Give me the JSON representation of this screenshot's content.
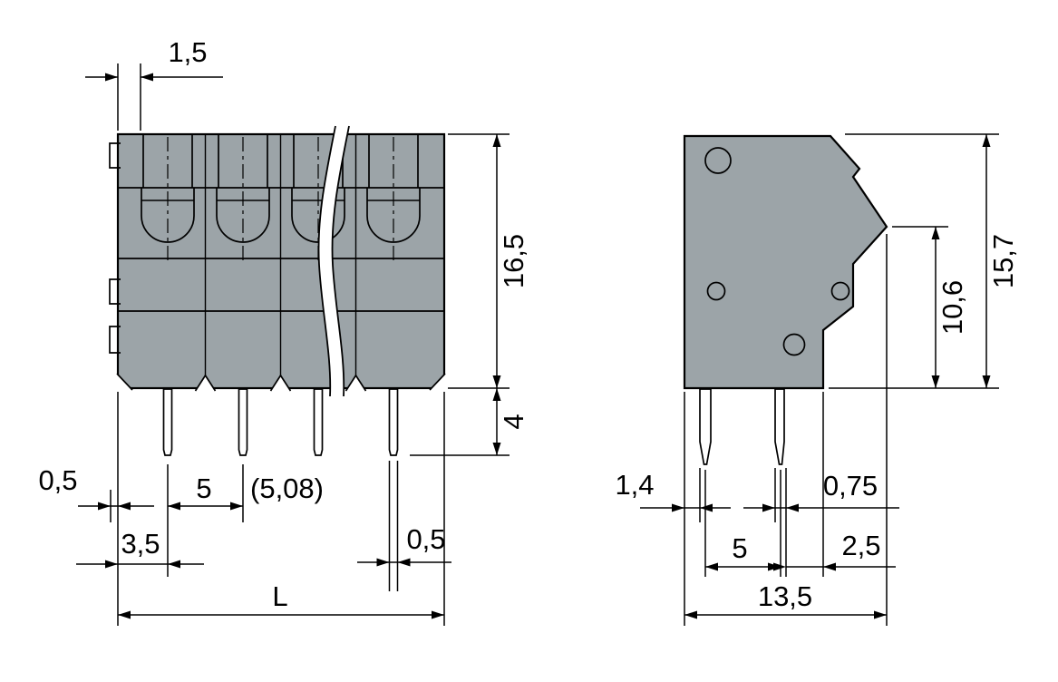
{
  "colors": {
    "body": "#9ca4a8",
    "pin": "#e2761e",
    "line": "#000000",
    "background": "#ffffff"
  },
  "front_dimensions": {
    "wall_top": "1,5",
    "body_height": "16,5",
    "pin_length": "4",
    "tab_offset": "0,5",
    "pitch": "5",
    "pitch_alt": "(5,08)",
    "first_pole_offset": "3,5",
    "pin_width": "0,5",
    "length": "L"
  },
  "side_dimensions": {
    "overall_height": "15,7",
    "nose_height": "10,6",
    "pin_offset": "1,4",
    "pitch": "5",
    "pin_thickness": "0,75",
    "pin_to_edge": "2,5",
    "depth": "13,5"
  }
}
